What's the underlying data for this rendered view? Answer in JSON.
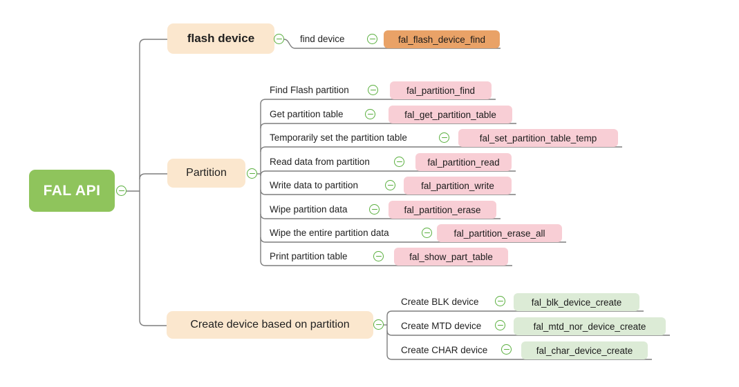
{
  "colors": {
    "canvas_bg": "#ffffff",
    "root_fill": "#8fc45c",
    "root_text": "#ffffff",
    "branch_fill": "#fbe7ce",
    "branch_text": "#1f1f1f",
    "leaf_orange": "#e9a267",
    "leaf_pink": "#f8ced5",
    "leaf_green": "#dcebd6",
    "leaf_text": "#1a1a1a",
    "connector": "#7d7d7d",
    "collapse_green": "#5aaf3e"
  },
  "icons": {
    "collapse": "minus-circle-icon"
  },
  "diagram": {
    "root": {
      "label": "FAL API"
    },
    "branches": [
      {
        "label": "flash device",
        "children": [
          {
            "label": "find device",
            "code": "fal_flash_device_find",
            "code_color": "orange"
          }
        ]
      },
      {
        "label": "Partition",
        "children": [
          {
            "label": "Find Flash partition",
            "code": "fal_partition_find",
            "code_color": "pink"
          },
          {
            "label": "Get partition table",
            "code": "fal_get_partition_table",
            "code_color": "pink"
          },
          {
            "label": "Temporarily set the partition table",
            "code": "fal_set_partition_table_temp",
            "code_color": "pink"
          },
          {
            "label": "Read data from partition",
            "code": "fal_partition_read",
            "code_color": "pink"
          },
          {
            "label": "Write data to partition",
            "code": "fal_partition_write",
            "code_color": "pink"
          },
          {
            "label": "Wipe partition data",
            "code": "fal_partition_erase",
            "code_color": "pink"
          },
          {
            "label": "Wipe the entire partition data",
            "code": "fal_partition_erase_all",
            "code_color": "pink"
          },
          {
            "label": "Print partition table",
            "code": "fal_show_part_table",
            "code_color": "pink"
          }
        ]
      },
      {
        "label": "Create device based on partition",
        "children": [
          {
            "label": "Create BLK device",
            "code": "fal_blk_device_create",
            "code_color": "green"
          },
          {
            "label": "Create MTD device",
            "code": "fal_mtd_nor_device_create",
            "code_color": "green"
          },
          {
            "label": "Create CHAR device",
            "code": "fal_char_device_create",
            "code_color": "green"
          }
        ]
      }
    ]
  }
}
